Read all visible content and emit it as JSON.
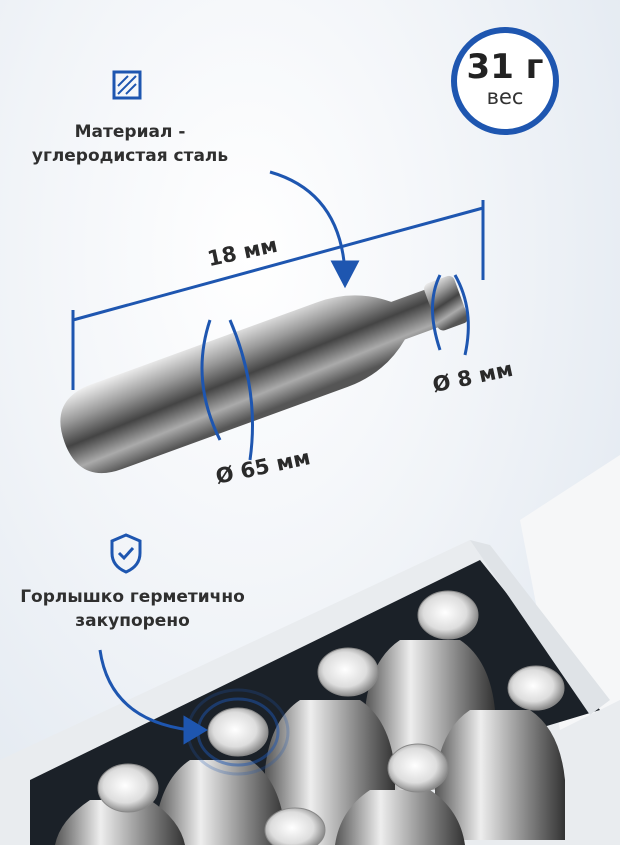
{
  "weight": {
    "value": "31 г",
    "label": "вес"
  },
  "material": {
    "line1": "Материал -",
    "line2": "углеродистая сталь",
    "icon": "material-texture-icon"
  },
  "dimensions": {
    "length": "18 мм",
    "neck_diameter": "Ø 8 мм",
    "body_diameter": "Ø 65 мм"
  },
  "seal": {
    "line1": "Горлышко герметично",
    "line2": "закупорено",
    "icon": "shield-check-icon"
  },
  "colors": {
    "accent": "#1e56b0"
  }
}
